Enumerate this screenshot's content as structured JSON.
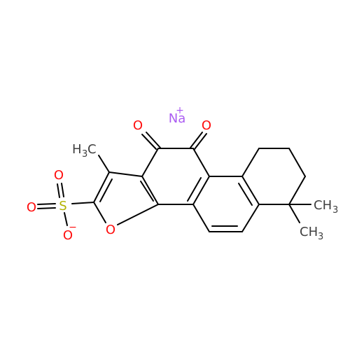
{
  "atoms": {
    "o_ketone1": "O",
    "o_ketone2": "O",
    "o_furan": "O",
    "o_sulfo1": "O",
    "o_sulfo2": "O",
    "o_sulfo3": "O",
    "o_sulfo3_charge": "−",
    "sulfur": "S",
    "sodium": "Na",
    "sodium_charge": "+",
    "methyl1_h": "H",
    "methyl1_sub": "3",
    "methyl1_c": "C",
    "methyl2": "CH",
    "methyl2_sub": "3",
    "methyl3": "CH",
    "methyl3_sub": "3"
  },
  "colors": {
    "bond": "#000000",
    "oxygen": "#ff0d0d",
    "sulfur": "#b2b200",
    "sodium": "#ab5cf2",
    "carbon": "#404040"
  }
}
